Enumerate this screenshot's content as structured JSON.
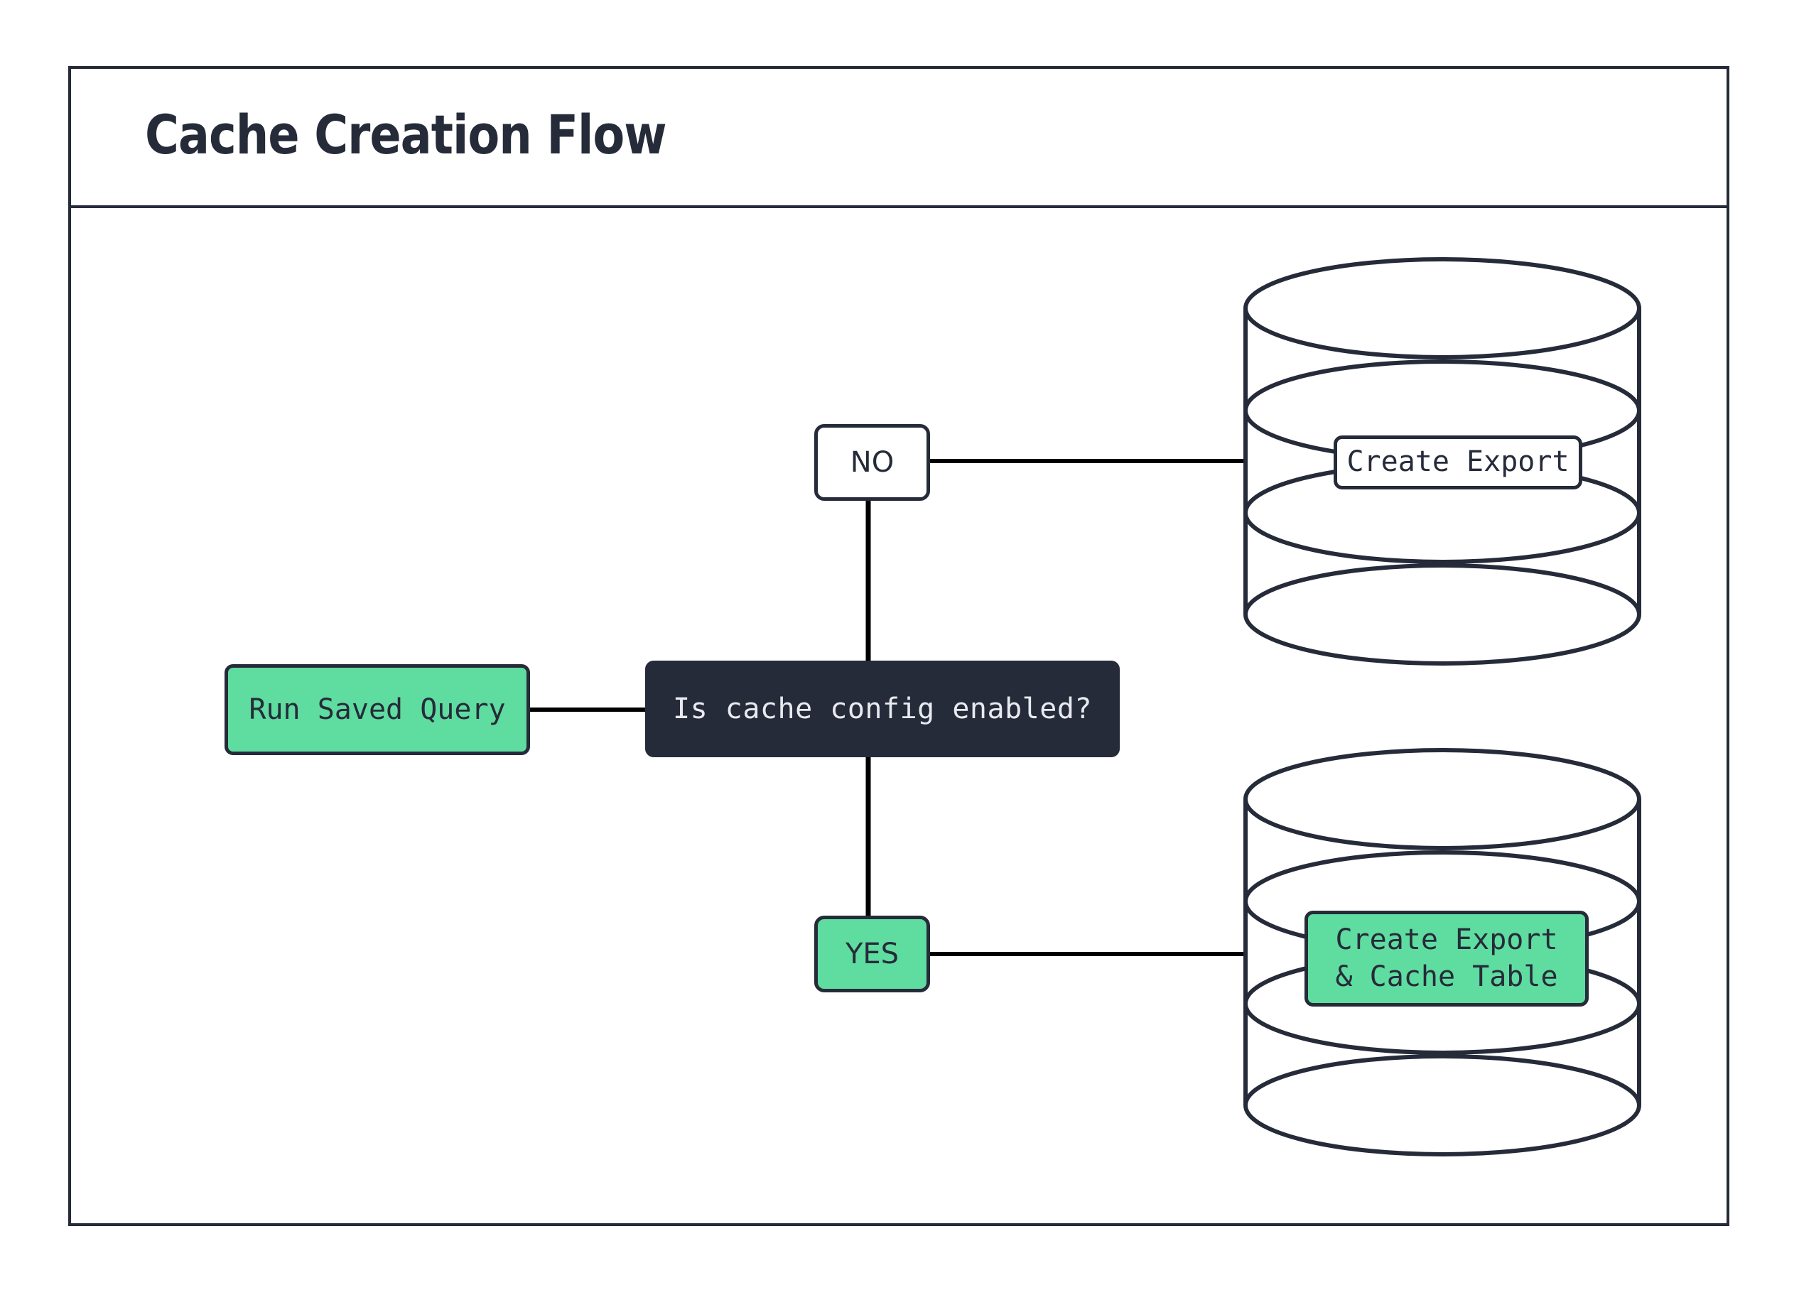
{
  "diagram": {
    "title": "Cache Creation Flow",
    "type": "flowchart",
    "colors": {
      "stroke": "#262b3a",
      "accent_green": "#5fdc9f",
      "decision_fill": "#262b3a",
      "decision_text": "#e8eaf0",
      "node_white": "#ffffff",
      "edge": "#000000",
      "background": "#ffffff"
    },
    "nodes": [
      {
        "id": "run-saved-query",
        "label": "Run Saved Query",
        "shape": "rounded-rect",
        "fill": "green"
      },
      {
        "id": "decision",
        "label": "Is cache config enabled?",
        "shape": "rounded-rect",
        "fill": "dark"
      },
      {
        "id": "no",
        "label": "NO",
        "shape": "rounded-rect",
        "fill": "white"
      },
      {
        "id": "yes",
        "label": "YES",
        "shape": "rounded-rect",
        "fill": "green"
      },
      {
        "id": "create-export",
        "label": "Create Export",
        "shape": "database-cylinder",
        "fill": "white"
      },
      {
        "id": "create-export-cache-table",
        "label_line_1": "Create Export",
        "label_line_2": "& Cache Table",
        "shape": "database-cylinder",
        "fill": "green"
      }
    ],
    "edges": [
      {
        "from": "run-saved-query",
        "to": "decision",
        "label": ""
      },
      {
        "from": "decision",
        "to": "no",
        "label": "NO"
      },
      {
        "from": "decision",
        "to": "yes",
        "label": "YES"
      },
      {
        "from": "no",
        "to": "create-export",
        "label": ""
      },
      {
        "from": "yes",
        "to": "create-export-cache-table",
        "label": ""
      }
    ]
  }
}
